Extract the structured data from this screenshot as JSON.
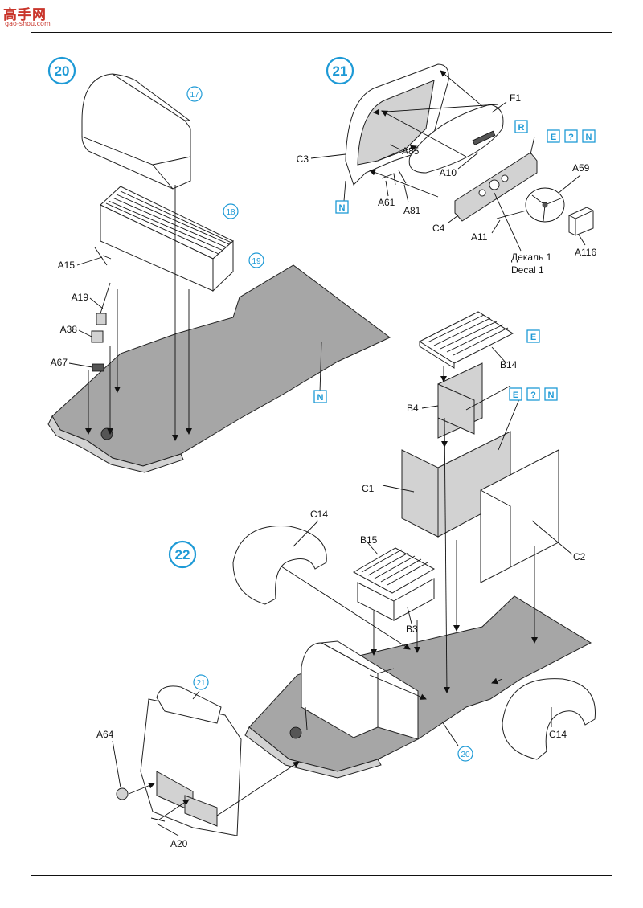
{
  "watermark": {
    "brand": "高手网",
    "url": "gao-shou.com"
  },
  "colors": {
    "accent": "#1e9ad6",
    "floor": "#a6a6a6",
    "panel": "#d2d2d2"
  },
  "steps": [
    {
      "number": "20",
      "refs": [
        "17",
        "18",
        "19"
      ]
    },
    {
      "number": "21"
    },
    {
      "number": "22",
      "refs": [
        "21",
        "20"
      ]
    }
  ],
  "tags": {
    "n": "N",
    "r": "R",
    "e": "E",
    "q": "?"
  },
  "labels": {
    "a15": "A15",
    "a19": "A19",
    "a38": "A38",
    "a67": "A67",
    "f1": "F1",
    "c3": "C3",
    "a85": "A85",
    "a10": "A10",
    "a61": "A61",
    "a81": "A81",
    "a59": "A59",
    "c4": "C4",
    "a11": "A11",
    "a116": "A116",
    "decal_ru": "Декаль 1",
    "decal_en": "Decal 1",
    "b14": "B14",
    "b4": "B4",
    "c1": "C1",
    "c2": "C2",
    "c14a": "C14",
    "c14b": "C14",
    "b15": "B15",
    "b3": "B3",
    "a64": "A64",
    "a20": "A20"
  }
}
